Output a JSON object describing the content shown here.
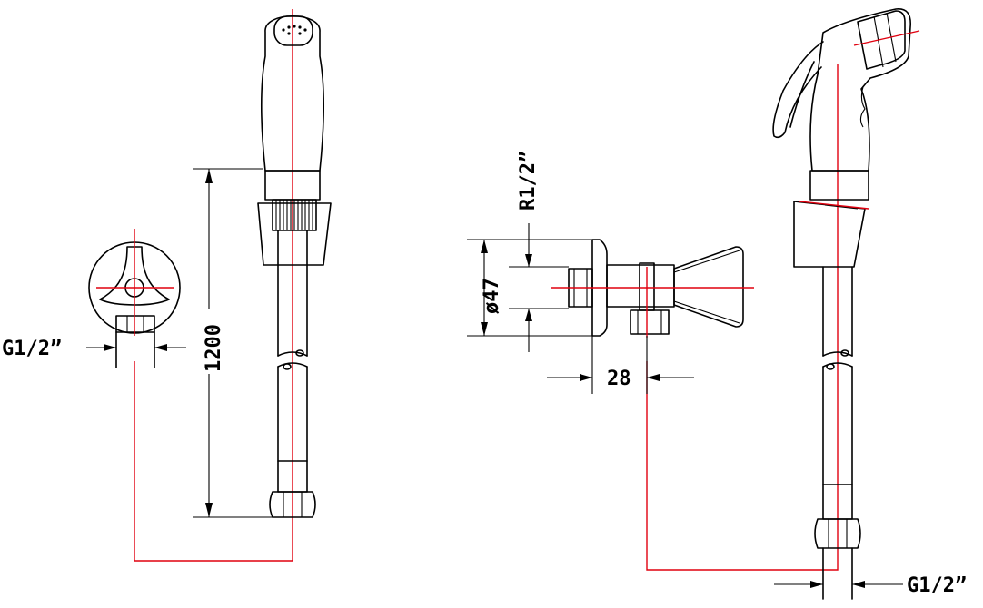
{
  "dimensions": {
    "hose_length": "1200",
    "valve_thread": "R1/2”",
    "flange_diameter": "ø47",
    "valve_depth": "28",
    "inlet_thread_left": "G1/2”",
    "inlet_thread_right": "G1/2”"
  },
  "colors": {
    "outline": "#000000",
    "centerline": "#e0000f",
    "background": "#ffffff"
  }
}
